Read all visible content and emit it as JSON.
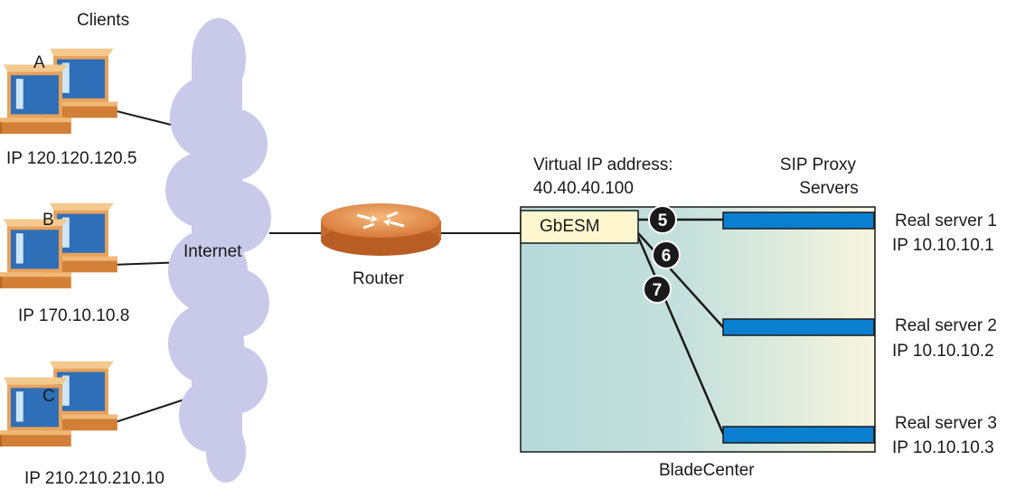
{
  "clients": {
    "title": "Clients",
    "items": [
      {
        "letter": "A",
        "ip": "IP 120.120.120.5"
      },
      {
        "letter": "B",
        "ip": "IP 170.10.10.8"
      },
      {
        "letter": "C",
        "ip": "IP 210.210.210.10"
      }
    ]
  },
  "internet": {
    "label": "Internet"
  },
  "router": {
    "label": "Router"
  },
  "bladecenter": {
    "label": "BladeCenter",
    "vip_label": "Virtual IP address:",
    "vip_value": "40.40.40.100",
    "switch_label": "GbESM",
    "servers_heading_1": "SIP Proxy",
    "servers_heading_2": "Servers"
  },
  "steps": [
    "5",
    "6",
    "7"
  ],
  "servers": [
    {
      "name": "Real server 1",
      "ip": "IP 10.10.10.1"
    },
    {
      "name": "Real server 2",
      "ip": "IP 10.10.10.2"
    },
    {
      "name": "Real server 3",
      "ip": "IP 10.10.10.3"
    }
  ],
  "colors": {
    "cloud": "#c9c9ea",
    "switch_fill": "#fdf6cf",
    "server_bar": "#0a7fd0",
    "chassis_left": "#b5d9d9",
    "chassis_right": "#f5f2dc",
    "step_badge": "#1a1a1a"
  }
}
